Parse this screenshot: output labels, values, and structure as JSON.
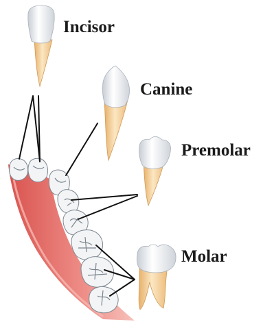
{
  "labels": {
    "incisor": "Incisor",
    "canine": "Canine",
    "premolar": "Premolar",
    "molar": "Molar"
  },
  "colors": {
    "gum": "#e26d6b",
    "gum_light": "#f4b3ad",
    "enamel": "#f3f5f7",
    "enamel_shadow": "#c9ced4",
    "root": "#f2cb8e",
    "root_light": "#fbe7c3",
    "line": "#111111"
  }
}
